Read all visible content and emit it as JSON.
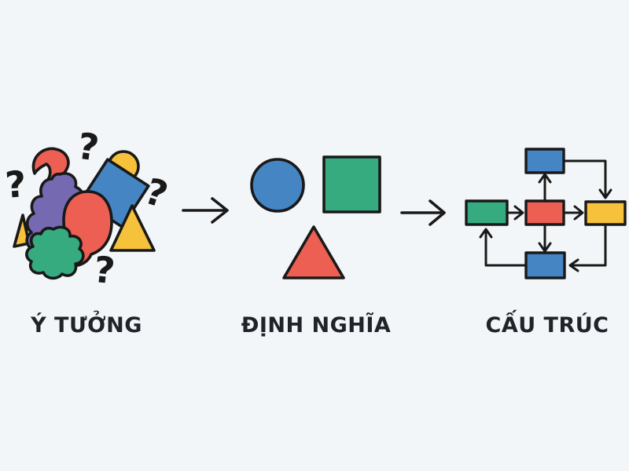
{
  "background": "#f3f6f8",
  "palette": {
    "red": "#ed5f53",
    "blue": "#4585c4",
    "green": "#37ab80",
    "yellow": "#f6c23c",
    "purple": "#7569b1",
    "outline": "#191919",
    "label": "#20242a"
  },
  "glyphs": {
    "question_mark": "?"
  },
  "stages": [
    {
      "id": "idea",
      "label": "Ý TƯỞNG",
      "illustration": "scattered-blobs-and-shapes-with-question-marks"
    },
    {
      "id": "definition",
      "label": "ĐỊNH NGHĨA",
      "illustration": "blue-circle-green-square-red-triangle"
    },
    {
      "id": "structure",
      "label": "CẤU TRÚC",
      "illustration": "flowchart-of-connected-boxes"
    }
  ],
  "connectors": [
    {
      "from": "idea",
      "to": "definition",
      "type": "arrow-right"
    },
    {
      "from": "definition",
      "to": "structure",
      "type": "arrow-right"
    }
  ],
  "flowchart": {
    "nodes": [
      {
        "id": "top",
        "color": "blue"
      },
      {
        "id": "left",
        "color": "green"
      },
      {
        "id": "center",
        "color": "red"
      },
      {
        "id": "right",
        "color": "yellow"
      },
      {
        "id": "bottom",
        "color": "blue"
      }
    ],
    "edges": [
      {
        "from": "center",
        "to": "top"
      },
      {
        "from": "left",
        "to": "center"
      },
      {
        "from": "center",
        "to": "right"
      },
      {
        "from": "center",
        "to": "bottom"
      },
      {
        "from": "top",
        "to": "right"
      },
      {
        "from": "right",
        "to": "bottom"
      },
      {
        "from": "bottom",
        "to": "left"
      }
    ]
  }
}
